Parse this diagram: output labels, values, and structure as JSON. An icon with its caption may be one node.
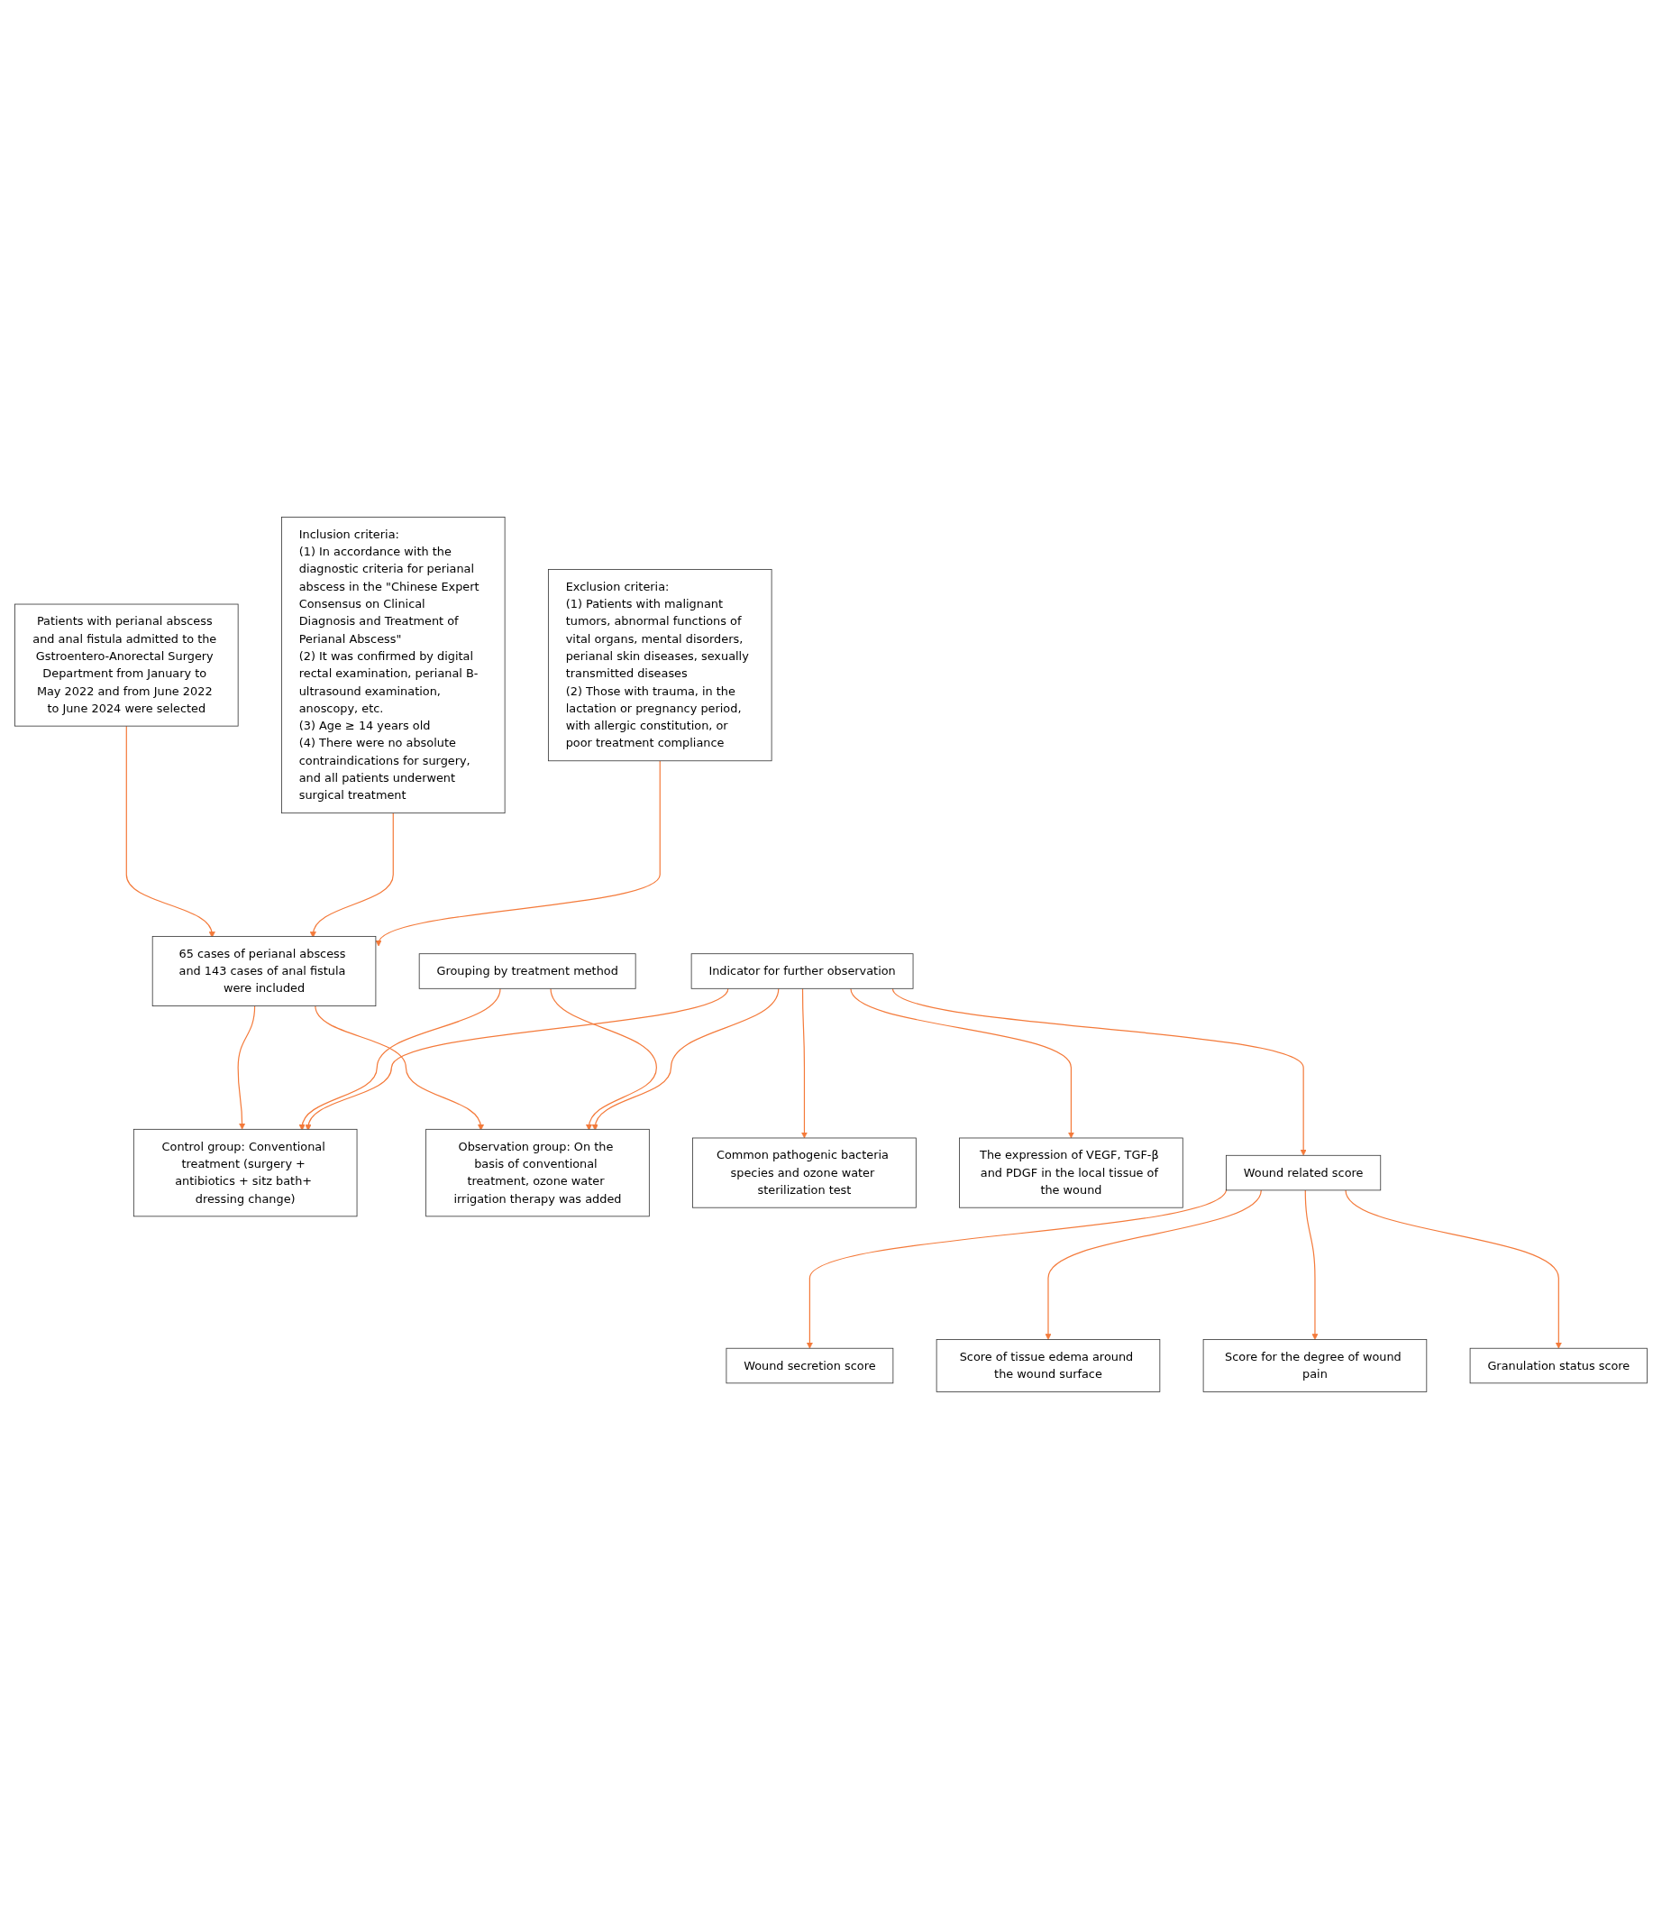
{
  "diagram": {
    "nodes": [
      {
        "text": [
          "Patients with perianal abscess and anal fistula admitted to the Gstroentero-Anorectal Surgery Department from January to May 2022 and from June 2022 to June 2024 were selected"
        ]
      },
      {
        "text": [
          "Inclusion criteria:",
          "(1) In accordance with the diagnostic criteria for perianal abscess in the \"Chinese Expert Consensus on Clinical Diagnosis and Treatment of Perianal Abscess\"",
          "(2) It was confirmed by digital rectal examination, perianal B-ultrasound examination, anoscopy, etc.",
          "(3) Age ≥ 14 years old",
          "(4) There were no absolute contraindications for surgery, and all patients underwent surgical treatment"
        ]
      },
      {
        "text": [
          "Exclusion criteria:",
          "(1) Patients with malignant tumors, abnormal functions of vital organs, mental disorders, perianal skin diseases, sexually transmitted diseases",
          "(2) Those with trauma, in the lactation or pregnancy period, with allergic constitution, or poor treatment compliance"
        ]
      },
      {
        "text": [
          "65 cases of perianal abscess and 143 cases of anal fistula were included"
        ]
      },
      {
        "text": [
          "Grouping by treatment method"
        ]
      },
      {
        "text": [
          "Control group: Conventional treatment (surgery + antibiotics + sitz bath+ dressing change)"
        ]
      },
      {
        "text": [
          "Observation group: On the basis of conventional treatment, ozone water irrigation therapy was added"
        ]
      },
      {
        "text": [
          "Indicator for further observation"
        ]
      },
      {
        "text": [
          "Common pathogenic bacteria species and ozone water sterilization test"
        ]
      },
      {
        "text": [
          "The expression of VEGF, TGF-β and PDGF in the local tissue of the wound"
        ]
      },
      {
        "text": [
          "Wound related score"
        ]
      },
      {
        "text": [
          "Wound secretion score"
        ]
      },
      {
        "text": [
          "Score of tissue edema around the wound surface"
        ]
      },
      {
        "text": [
          "Score for the degree of wound pain"
        ]
      },
      {
        "text": [
          "Granulation status score"
        ]
      }
    ],
    "edges": [
      {
        "from": 0,
        "to": 3,
        "arrow": "to"
      },
      {
        "from": 1,
        "to": 3,
        "arrow": "to"
      },
      {
        "from": 2,
        "to": 3,
        "arrow": "to"
      },
      {
        "from": 3,
        "to": 5,
        "arrow": "to"
      },
      {
        "from": 3,
        "to": 6,
        "arrow": "to"
      },
      {
        "from": 4,
        "to": 5,
        "arrow": "to"
      },
      {
        "from": 4,
        "to": 6,
        "arrow": "to"
      },
      {
        "from": 7,
        "to": 5,
        "arrow": "to"
      },
      {
        "from": 7,
        "to": 6,
        "arrow": "to"
      },
      {
        "from": 7,
        "to": 8,
        "arrow": "to"
      },
      {
        "from": 7,
        "to": 9,
        "arrow": "to"
      },
      {
        "from": 7,
        "to": 10,
        "arrow": "to"
      },
      {
        "from": 10,
        "to": 11,
        "arrow": "to"
      },
      {
        "from": 10,
        "to": 12,
        "arrow": "to"
      },
      {
        "from": 10,
        "to": 13,
        "arrow": "to"
      },
      {
        "from": 10,
        "to": 14,
        "arrow": "to"
      }
    ]
  }
}
